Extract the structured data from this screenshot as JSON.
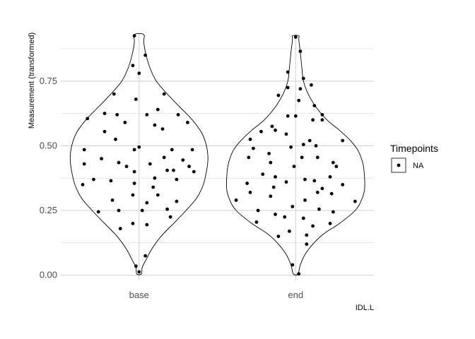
{
  "chart_data": {
    "type": "violin",
    "categories": [
      "base",
      "end"
    ],
    "xlabel": "IDL.L",
    "ylabel": "Measurement (transformed)",
    "ylim": [
      -0.02,
      0.935
    ],
    "yticks": [
      0.0,
      0.25,
      0.5,
      0.75
    ],
    "ytick_labels": [
      "0.00",
      "0.25",
      "0.50",
      "0.75"
    ],
    "grid": true,
    "legend": {
      "title": "Timepoints",
      "entries": [
        "NA"
      ],
      "placement": "right"
    },
    "colors": {
      "grid": "#d3d3d3",
      "outline": "#000000",
      "points": "#000000",
      "background": "#ffffff"
    },
    "violin_outline": {
      "note_units": "y in data units, half-width as fraction of category band",
      "base": [
        [
          0.005,
          0.015
        ],
        [
          0.03,
          0.02
        ],
        [
          0.06,
          0.045
        ],
        [
          0.1,
          0.08
        ],
        [
          0.15,
          0.14
        ],
        [
          0.2,
          0.22
        ],
        [
          0.25,
          0.3
        ],
        [
          0.3,
          0.37
        ],
        [
          0.35,
          0.41
        ],
        [
          0.4,
          0.43
        ],
        [
          0.45,
          0.44
        ],
        [
          0.5,
          0.43
        ],
        [
          0.55,
          0.4
        ],
        [
          0.6,
          0.34
        ],
        [
          0.65,
          0.26
        ],
        [
          0.7,
          0.18
        ],
        [
          0.75,
          0.11
        ],
        [
          0.8,
          0.07
        ],
        [
          0.85,
          0.045
        ],
        [
          0.9,
          0.03
        ],
        [
          0.93,
          0.03
        ]
      ],
      "end": [
        [
          0.005,
          0.015
        ],
        [
          0.04,
          0.03
        ],
        [
          0.08,
          0.06
        ],
        [
          0.12,
          0.11
        ],
        [
          0.16,
          0.18
        ],
        [
          0.2,
          0.28
        ],
        [
          0.25,
          0.38
        ],
        [
          0.29,
          0.42
        ],
        [
          0.33,
          0.44
        ],
        [
          0.38,
          0.44
        ],
        [
          0.43,
          0.43
        ],
        [
          0.48,
          0.4
        ],
        [
          0.52,
          0.35
        ],
        [
          0.56,
          0.28
        ],
        [
          0.6,
          0.2
        ],
        [
          0.65,
          0.13
        ],
        [
          0.7,
          0.08
        ],
        [
          0.75,
          0.05
        ],
        [
          0.8,
          0.04
        ],
        [
          0.86,
          0.03
        ],
        [
          0.91,
          0.02
        ],
        [
          0.925,
          0.02
        ]
      ]
    },
    "series": [
      {
        "category": "base",
        "points": [
          {
            "x": -0.03,
            "y": 0.925
          },
          {
            "x": 0.04,
            "y": 0.85
          },
          {
            "x": -0.04,
            "y": 0.81
          },
          {
            "x": 0.0,
            "y": 0.78
          },
          {
            "x": -0.16,
            "y": 0.7
          },
          {
            "x": 0.16,
            "y": 0.7
          },
          {
            "x": -0.02,
            "y": 0.68
          },
          {
            "x": 0.12,
            "y": 0.64
          },
          {
            "x": -0.22,
            "y": 0.625
          },
          {
            "x": -0.14,
            "y": 0.62
          },
          {
            "x": 0.05,
            "y": 0.62
          },
          {
            "x": 0.25,
            "y": 0.62
          },
          {
            "x": -0.33,
            "y": 0.605
          },
          {
            "x": -0.09,
            "y": 0.59
          },
          {
            "x": 0.31,
            "y": 0.59
          },
          {
            "x": 0.1,
            "y": 0.58
          },
          {
            "x": 0.15,
            "y": 0.565
          },
          {
            "x": -0.22,
            "y": 0.555
          },
          {
            "x": -0.15,
            "y": 0.525
          },
          {
            "x": 0.0,
            "y": 0.495
          },
          {
            "x": -0.03,
            "y": 0.485
          },
          {
            "x": -0.35,
            "y": 0.485
          },
          {
            "x": 0.21,
            "y": 0.485
          },
          {
            "x": 0.34,
            "y": 0.485
          },
          {
            "x": -0.24,
            "y": 0.45
          },
          {
            "x": 0.16,
            "y": 0.455
          },
          {
            "x": 0.28,
            "y": 0.445
          },
          {
            "x": -0.13,
            "y": 0.435
          },
          {
            "x": -0.35,
            "y": 0.43
          },
          {
            "x": 0.07,
            "y": 0.43
          },
          {
            "x": -0.08,
            "y": 0.42
          },
          {
            "x": 0.32,
            "y": 0.42
          },
          {
            "x": -0.03,
            "y": 0.4
          },
          {
            "x": 0.18,
            "y": 0.405
          },
          {
            "x": 0.22,
            "y": 0.405
          },
          {
            "x": 0.35,
            "y": 0.4
          },
          {
            "x": 0.1,
            "y": 0.375
          },
          {
            "x": -0.29,
            "y": 0.37
          },
          {
            "x": -0.18,
            "y": 0.365
          },
          {
            "x": 0.24,
            "y": 0.37
          },
          {
            "x": -0.36,
            "y": 0.35
          },
          {
            "x": -0.03,
            "y": 0.355
          },
          {
            "x": 0.09,
            "y": 0.34
          },
          {
            "x": -0.04,
            "y": 0.31
          },
          {
            "x": 0.12,
            "y": 0.31
          },
          {
            "x": -0.17,
            "y": 0.29
          },
          {
            "x": 0.05,
            "y": 0.28
          },
          {
            "x": 0.24,
            "y": 0.285
          },
          {
            "x": -0.26,
            "y": 0.245
          },
          {
            "x": -0.13,
            "y": 0.25
          },
          {
            "x": 0.02,
            "y": 0.25
          },
          {
            "x": 0.18,
            "y": 0.255
          },
          {
            "x": 0.2,
            "y": 0.225
          },
          {
            "x": -0.04,
            "y": 0.2
          },
          {
            "x": 0.05,
            "y": 0.195
          },
          {
            "x": -0.12,
            "y": 0.18
          },
          {
            "x": 0.04,
            "y": 0.075
          },
          {
            "x": -0.02,
            "y": 0.035
          },
          {
            "x": 0.0,
            "y": 0.013
          }
        ]
      },
      {
        "category": "end",
        "points": [
          {
            "x": 0.0,
            "y": 0.92
          },
          {
            "x": 0.03,
            "y": 0.865
          },
          {
            "x": -0.05,
            "y": 0.785
          },
          {
            "x": 0.05,
            "y": 0.76
          },
          {
            "x": 0.1,
            "y": 0.735
          },
          {
            "x": -0.05,
            "y": 0.725
          },
          {
            "x": 0.03,
            "y": 0.72
          },
          {
            "x": -0.11,
            "y": 0.695
          },
          {
            "x": 0.02,
            "y": 0.675
          },
          {
            "x": 0.12,
            "y": 0.655
          },
          {
            "x": 0.17,
            "y": 0.62
          },
          {
            "x": -0.05,
            "y": 0.615
          },
          {
            "x": 0.0,
            "y": 0.615
          },
          {
            "x": 0.11,
            "y": 0.6
          },
          {
            "x": 0.17,
            "y": 0.6
          },
          {
            "x": -0.15,
            "y": 0.575
          },
          {
            "x": -0.13,
            "y": 0.56
          },
          {
            "x": -0.22,
            "y": 0.555
          },
          {
            "x": -0.06,
            "y": 0.545
          },
          {
            "x": -0.29,
            "y": 0.525
          },
          {
            "x": 0.09,
            "y": 0.52
          },
          {
            "x": 0.3,
            "y": 0.52
          },
          {
            "x": 0.05,
            "y": 0.505
          },
          {
            "x": 0.13,
            "y": 0.5
          },
          {
            "x": -0.03,
            "y": 0.495
          },
          {
            "x": -0.27,
            "y": 0.49
          },
          {
            "x": -0.17,
            "y": 0.47
          },
          {
            "x": 0.14,
            "y": 0.455
          },
          {
            "x": -0.3,
            "y": 0.455
          },
          {
            "x": 0.04,
            "y": 0.455
          },
          {
            "x": -0.16,
            "y": 0.435
          },
          {
            "x": 0.24,
            "y": 0.435
          },
          {
            "x": -0.01,
            "y": 0.42
          },
          {
            "x": 0.26,
            "y": 0.42
          },
          {
            "x": -0.21,
            "y": 0.39
          },
          {
            "x": -0.13,
            "y": 0.38
          },
          {
            "x": 0.22,
            "y": 0.38
          },
          {
            "x": 0.06,
            "y": 0.37
          },
          {
            "x": 0.12,
            "y": 0.365
          },
          {
            "x": -0.06,
            "y": 0.36
          },
          {
            "x": -0.31,
            "y": 0.355
          },
          {
            "x": 0.3,
            "y": 0.35
          },
          {
            "x": -0.14,
            "y": 0.34
          },
          {
            "x": 0.17,
            "y": 0.335
          },
          {
            "x": -0.29,
            "y": 0.32
          },
          {
            "x": 0.14,
            "y": 0.32
          },
          {
            "x": -0.16,
            "y": 0.305
          },
          {
            "x": 0.23,
            "y": 0.315
          },
          {
            "x": -0.38,
            "y": 0.29
          },
          {
            "x": 0.06,
            "y": 0.29
          },
          {
            "x": 0.38,
            "y": 0.285
          },
          {
            "x": -0.02,
            "y": 0.265
          },
          {
            "x": 0.15,
            "y": 0.255
          },
          {
            "x": -0.24,
            "y": 0.25
          },
          {
            "x": 0.24,
            "y": 0.245
          },
          {
            "x": -0.13,
            "y": 0.235
          },
          {
            "x": -0.07,
            "y": 0.225
          },
          {
            "x": 0.05,
            "y": 0.22
          },
          {
            "x": -0.25,
            "y": 0.205
          },
          {
            "x": 0.22,
            "y": 0.2
          },
          {
            "x": 0.11,
            "y": 0.19
          },
          {
            "x": -0.04,
            "y": 0.17
          },
          {
            "x": -0.11,
            "y": 0.15
          },
          {
            "x": 0.07,
            "y": 0.155
          },
          {
            "x": 0.07,
            "y": 0.12
          },
          {
            "x": -0.02,
            "y": 0.04
          },
          {
            "x": 0.02,
            "y": 0.005
          }
        ]
      }
    ]
  }
}
